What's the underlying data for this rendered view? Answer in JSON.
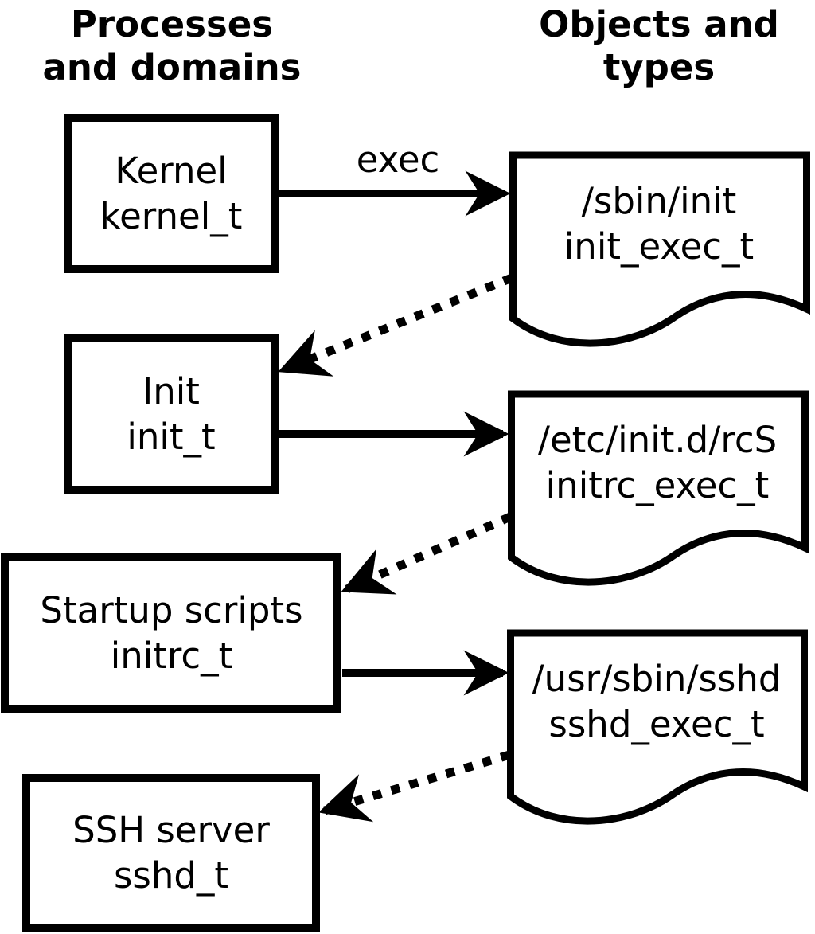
{
  "headings": {
    "left_line1": "Processes",
    "left_line2": "and domains",
    "right_line1": "Objects and",
    "right_line2": "types"
  },
  "edge_labels": {
    "exec": "exec"
  },
  "processes": [
    {
      "name": "Kernel",
      "domain": "kernel_t"
    },
    {
      "name": "Init",
      "domain": "init_t"
    },
    {
      "name": "Startup scripts",
      "domain": "initrc_t"
    },
    {
      "name": "SSH server",
      "domain": "sshd_t"
    }
  ],
  "objects": [
    {
      "path": "/sbin/init",
      "type": "init_exec_t"
    },
    {
      "path": "/etc/init.d/rcS",
      "type": "initrc_exec_t"
    },
    {
      "path": "/usr/sbin/sshd",
      "type": "sshd_exec_t"
    }
  ],
  "colors": {
    "ink": "#000000",
    "background": "#ffffff"
  }
}
